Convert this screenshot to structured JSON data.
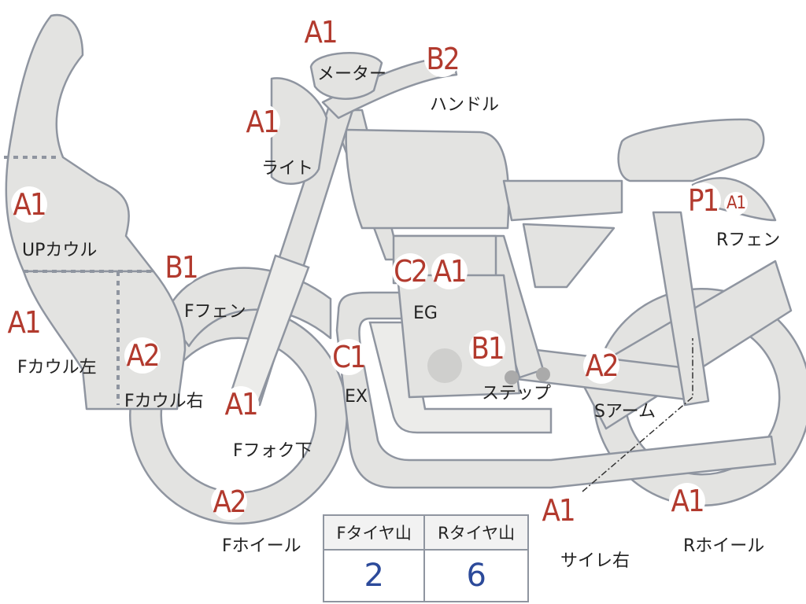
{
  "parts": [
    {
      "key": "meter",
      "grade": "A1",
      "label": "メーター"
    },
    {
      "key": "handle",
      "grade": "B2",
      "label": "ハンドル"
    },
    {
      "key": "light",
      "grade": "A1",
      "label": "ライト"
    },
    {
      "key": "up-cowl",
      "grade": "A1",
      "label": "UPカウル"
    },
    {
      "key": "f-fender",
      "grade": "B1",
      "label": "Fフェン"
    },
    {
      "key": "f-cowl-left",
      "grade": "A1",
      "label": "Fカウル左"
    },
    {
      "key": "f-cowl-right",
      "grade": "A2",
      "label": "Fカウル右"
    },
    {
      "key": "engine",
      "grade": "C2",
      "grade2": "A1",
      "label": "EG"
    },
    {
      "key": "exhaust",
      "grade": "C1",
      "label": "EX"
    },
    {
      "key": "step",
      "grade": "B1",
      "label": "ステップ"
    },
    {
      "key": "f-fork",
      "grade": "A1",
      "label": "Fフォク下"
    },
    {
      "key": "s-arm",
      "grade": "A2",
      "label": "Sアーム"
    },
    {
      "key": "r-fender",
      "grade": "P1",
      "grade2": "A1",
      "label": "Rフェン"
    },
    {
      "key": "f-wheel",
      "grade": "A2",
      "label": "Fホイール"
    },
    {
      "key": "silencer-r",
      "grade": "A1",
      "label": "サイレ右"
    },
    {
      "key": "r-wheel",
      "grade": "A1",
      "label": "Rホイール"
    }
  ],
  "tire_table": {
    "headers": [
      "Fタイヤ山",
      "Rタイヤ山"
    ],
    "values": [
      "2",
      "6"
    ]
  }
}
